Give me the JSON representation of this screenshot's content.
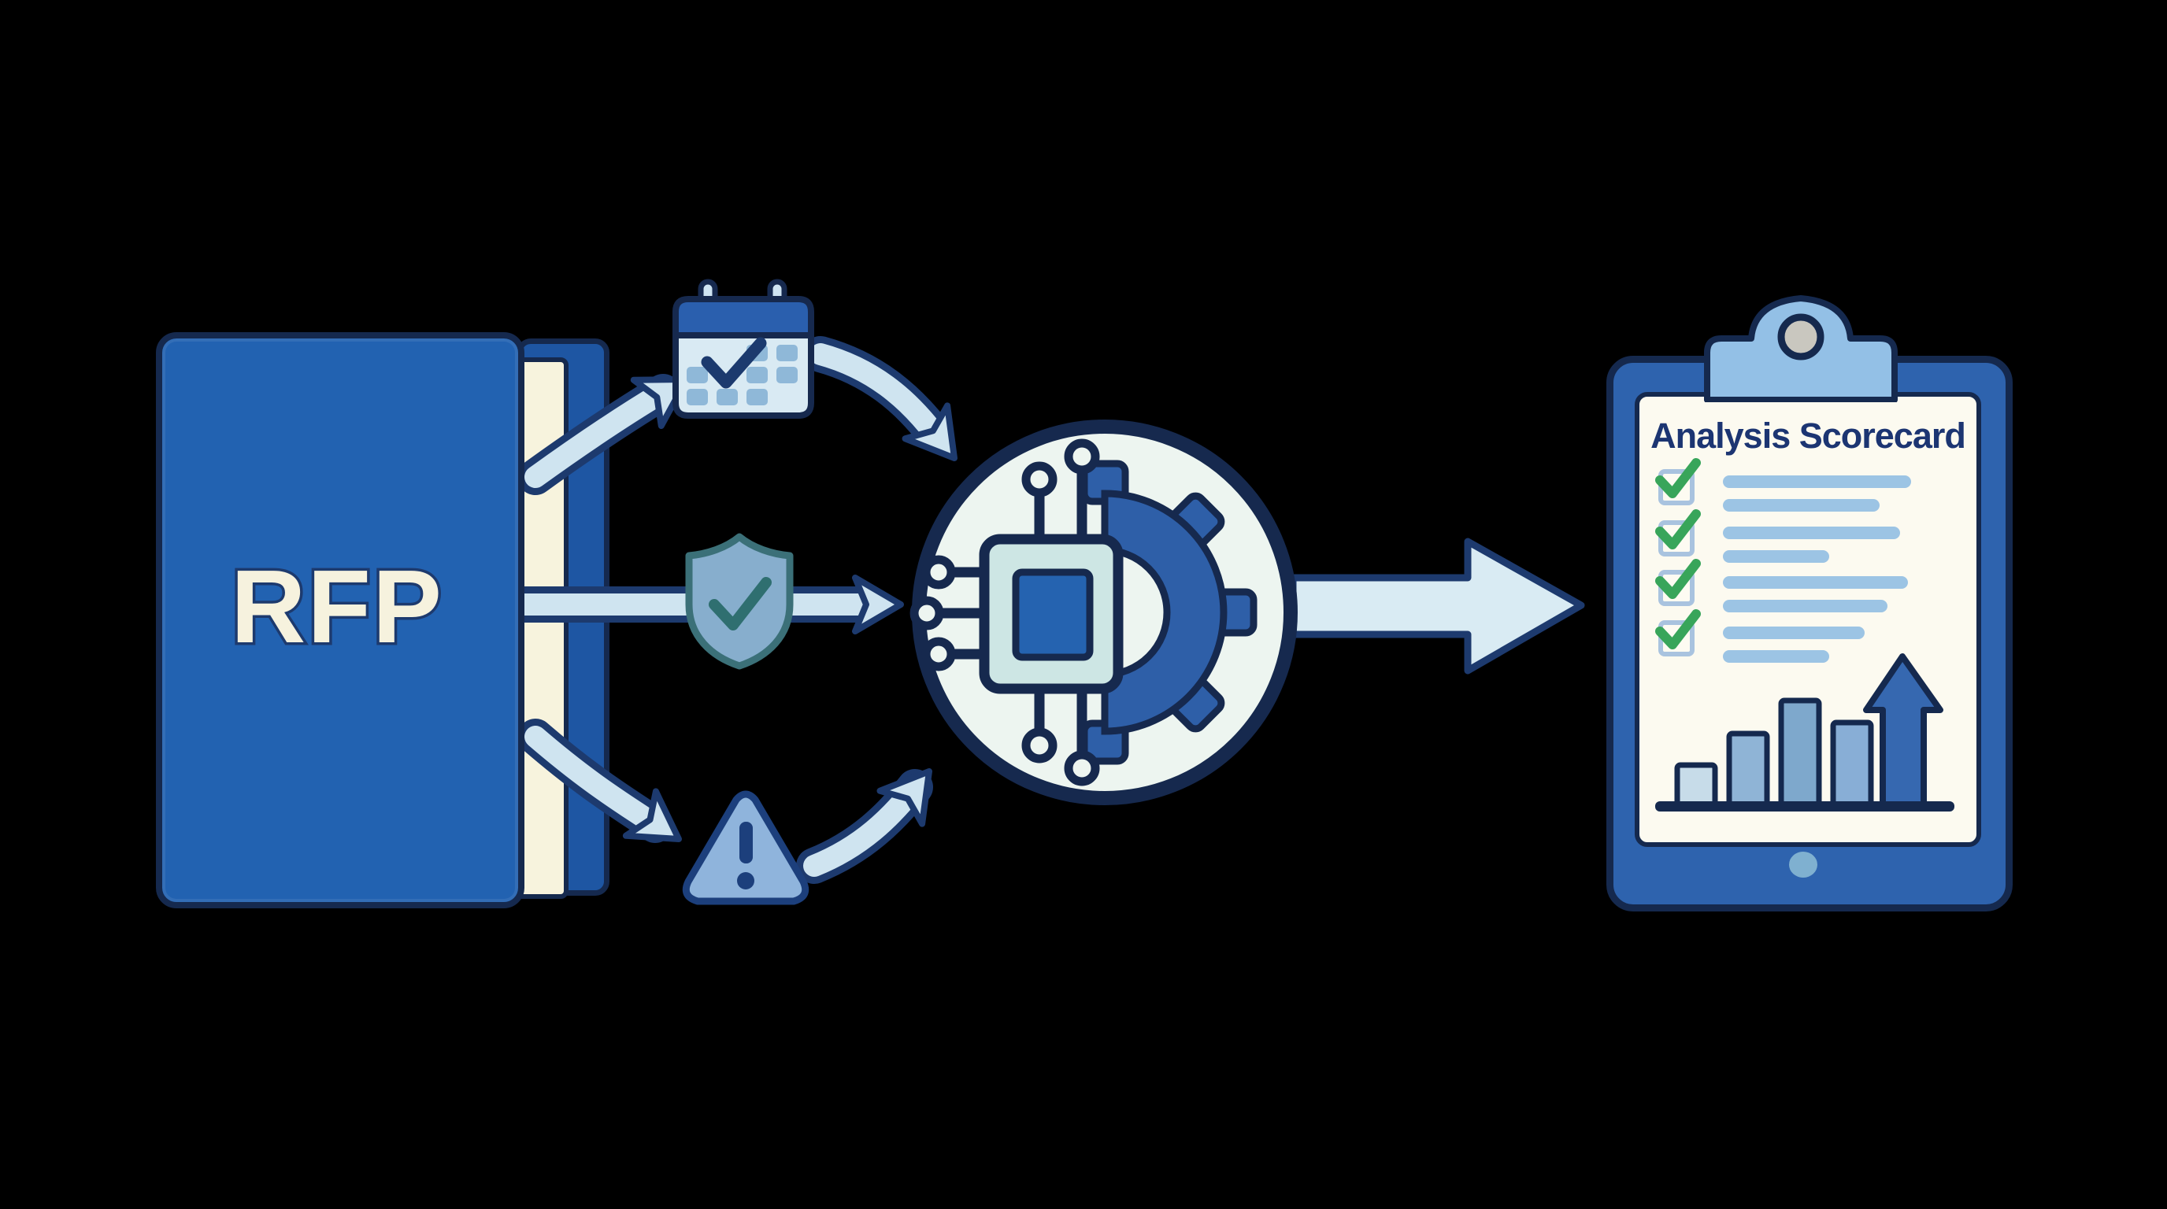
{
  "diagram_name": "rfp-analysis-workflow",
  "folder": {
    "label": "RFP",
    "color": "#2262b1",
    "paper_color": "#f7f3dd"
  },
  "flow": {
    "input_icons": [
      {
        "name": "calendar-check-icon",
        "meaning": "schedule / deadlines"
      },
      {
        "name": "shield-check-icon",
        "meaning": "compliance / security"
      },
      {
        "name": "warning-triangle-icon",
        "meaning": "risks"
      }
    ],
    "processor_icon": "ai-chip-gear-icon",
    "arrow_color": "#cfe4f0",
    "arrow_outline": "#1d3a6e"
  },
  "scorecard": {
    "title": "Analysis Scorecard",
    "title_color": "#1c3572",
    "items": [
      {
        "checked": true,
        "line_widths": [
          239,
          199
        ]
      },
      {
        "checked": true,
        "line_widths": [
          225,
          135
        ]
      },
      {
        "checked": true,
        "line_widths": [
          235,
          209
        ]
      },
      {
        "checked": true,
        "line_widths": [
          180,
          135
        ]
      }
    ],
    "chart": {
      "type": "bar",
      "values": [
        50,
        90,
        132,
        104
      ],
      "unit": "relative-height-px",
      "trend_arrow": "up",
      "bar_colors": [
        "#c7dce9",
        "#8fb4d6",
        "#7ea8cc",
        "#88aed6"
      ],
      "arrow_color": "#3668b0"
    }
  },
  "colors": {
    "background": "#000000",
    "navy_outline": "#15294e",
    "folder_blue": "#2262b1",
    "clipboard_blue": "#2e63ae",
    "clip_light_blue": "#93c0e6",
    "paper_white": "#fcfaf0",
    "gear_blue": "#2e5fa8",
    "shield_steel_blue": "#87aecd",
    "shield_teal": "#2f6f70",
    "check_green": "#38a55a",
    "light_line_blue": "#9cc4e4"
  }
}
